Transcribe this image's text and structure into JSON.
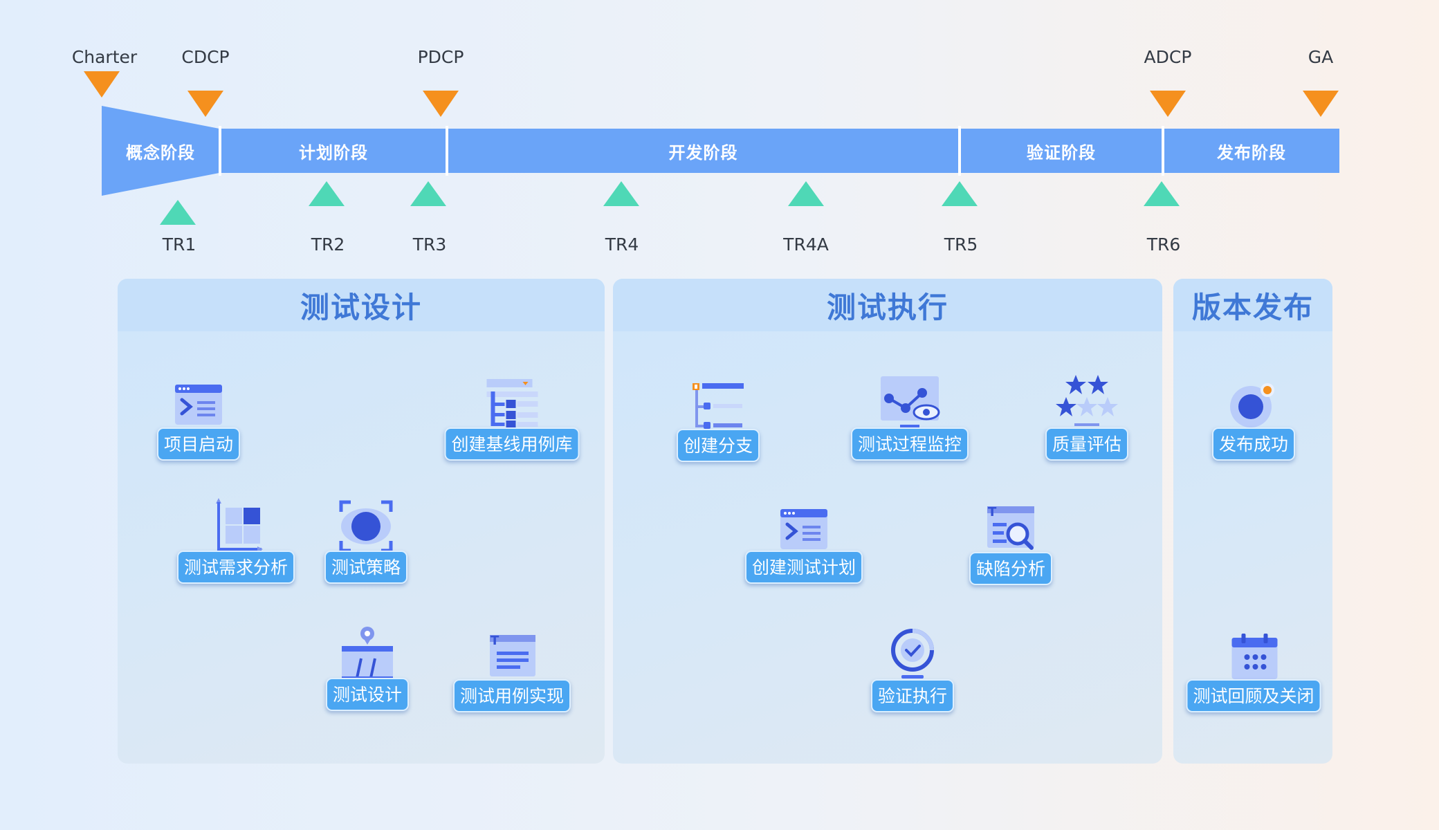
{
  "milestones_top": [
    {
      "id": "charter",
      "label": "Charter"
    },
    {
      "id": "cdcp",
      "label": "CDCP"
    },
    {
      "id": "pdcp",
      "label": "PDCP"
    },
    {
      "id": "adcp",
      "label": "ADCP"
    },
    {
      "id": "ga",
      "label": "GA"
    }
  ],
  "milestones_bottom": [
    {
      "id": "tr1",
      "label": "TR1"
    },
    {
      "id": "tr2",
      "label": "TR2"
    },
    {
      "id": "tr3",
      "label": "TR3"
    },
    {
      "id": "tr4",
      "label": "TR4"
    },
    {
      "id": "tr4a",
      "label": "TR4A"
    },
    {
      "id": "tr5",
      "label": "TR5"
    },
    {
      "id": "tr6",
      "label": "TR6"
    }
  ],
  "phases": [
    {
      "id": "concept",
      "label": "概念阶段"
    },
    {
      "id": "plan",
      "label": "计划阶段"
    },
    {
      "id": "develop",
      "label": "开发阶段"
    },
    {
      "id": "verify",
      "label": "验证阶段"
    },
    {
      "id": "release",
      "label": "发布阶段"
    }
  ],
  "panels": {
    "design": {
      "title": "测试设计",
      "tasks": {
        "start": "项目启动",
        "baseline": "创建基线用例库",
        "req_analysis": "测试需求分析",
        "strategy": "测试策略",
        "test_design": "测试设计",
        "case_impl": "测试用例实现"
      }
    },
    "execution": {
      "title": "测试执行",
      "tasks": {
        "branch": "创建分支",
        "monitor": "测试过程监控",
        "quality": "质量评估",
        "plan": "创建测试计划",
        "defect": "缺陷分析",
        "verify_exec": "验证执行"
      }
    },
    "release": {
      "title": "版本发布",
      "tasks": {
        "success": "发布成功",
        "review": "测试回顾及关闭"
      }
    }
  },
  "colors": {
    "phase_bar": "#6aa4f8",
    "milestone_top": "#f5901e",
    "milestone_bottom": "#4fd8b6",
    "panel_title": "#3f78d6",
    "task_label_bg": "#4aa6f2"
  }
}
